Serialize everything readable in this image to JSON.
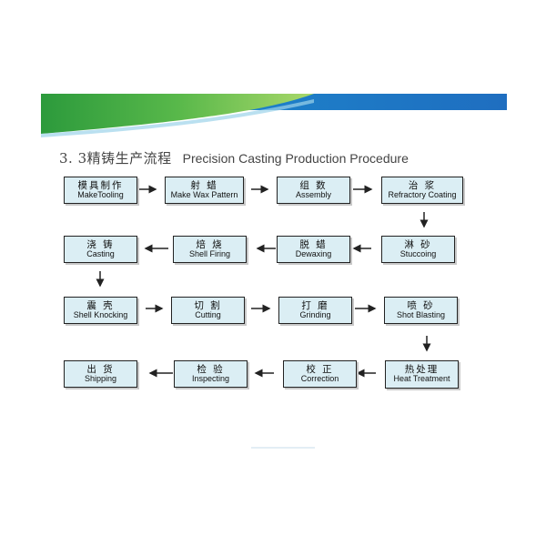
{
  "title": {
    "cn": "3. 3精铸生产流程",
    "en": "Precision Casting Production Procedure"
  },
  "steps": [
    {
      "cn": "模具制作",
      "en": "MakeTooling"
    },
    {
      "cn": "射 蜡",
      "en": "Make Wax Pattern"
    },
    {
      "cn": "组 数",
      "en": "Assembly"
    },
    {
      "cn": "治 浆",
      "en": "Refractory Coating"
    },
    {
      "cn": "淋 砂",
      "en": "Stuccoing"
    },
    {
      "cn": "脱 蜡",
      "en": "Dewaxing"
    },
    {
      "cn": "焙 烧",
      "en": "Shell Firing"
    },
    {
      "cn": "浇 铸",
      "en": "Casting"
    },
    {
      "cn": "震 壳",
      "en": "Shell Knocking"
    },
    {
      "cn": "切 割",
      "en": "Cutting"
    },
    {
      "cn": "打 磨",
      "en": "Grinding"
    },
    {
      "cn": "喷 砂",
      "en": "Shot Blasting"
    },
    {
      "cn": "热处理",
      "en": "Heat Treatment"
    },
    {
      "cn": "校 正",
      "en": "Correction"
    },
    {
      "cn": "检 验",
      "en": "Inspecting"
    },
    {
      "cn": "出 货",
      "en": "Shipping"
    }
  ],
  "colors": {
    "box_fill": "#dbeef4",
    "banner_green": "#3aa84a",
    "banner_blue": "#1f78c8"
  }
}
